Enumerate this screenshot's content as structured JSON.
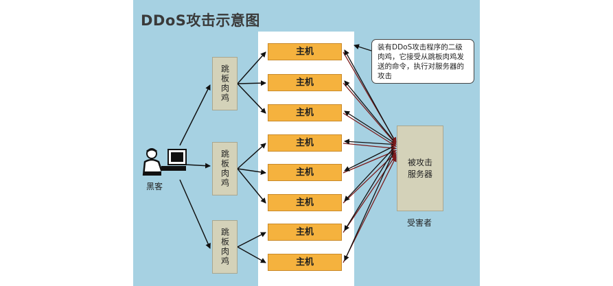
{
  "title": "DDoS攻击示意图",
  "hacker": {
    "label": "黑客"
  },
  "relays": [
    {
      "label": "跳板肉鸡"
    },
    {
      "label": "跳板肉鸡"
    },
    {
      "label": "跳板肉鸡"
    }
  ],
  "hosts": [
    {
      "label": "主机"
    },
    {
      "label": "主机"
    },
    {
      "label": "主机"
    },
    {
      "label": "主机"
    },
    {
      "label": "主机"
    },
    {
      "label": "主机"
    },
    {
      "label": "主机"
    },
    {
      "label": "主机"
    }
  ],
  "server": {
    "line1": "被攻击",
    "line2": "服务器"
  },
  "victim_label": "受害者",
  "callout": "装有DDoS攻击程序的二级肉鸡，它接受从跳板肉鸡发送的命令，执行对服务器的攻击",
  "colors": {
    "panel": "#a6d1e2",
    "host": "#f5b23e",
    "relay": "#d4d2b9",
    "attack_arrow": "#7a1a1a",
    "command_arrow": "#111111"
  }
}
